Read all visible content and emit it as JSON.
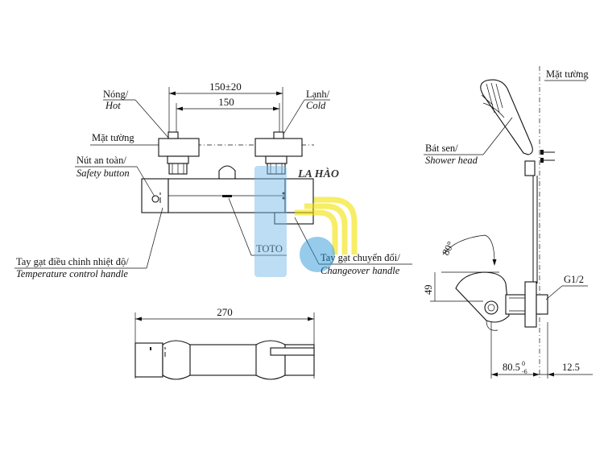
{
  "labels": {
    "hot_vi": "Nóng/",
    "hot_en": "Hot",
    "cold_vi": "Lạnh/",
    "cold_en": "Cold",
    "wall_left": "Mặt tường",
    "wall_right": "Mặt tường",
    "safety_vi": "Nút an toàn/",
    "safety_en": "Safety button",
    "temp_vi": "Tay gạt điều chỉnh nhiệt độ/",
    "temp_en": "Temperature control handle",
    "change_vi": "Tay gạt chuyển đổi/",
    "change_en": "Changeover handle",
    "shower_vi": "Bát sen/",
    "shower_en": "Shower head",
    "brand": "TOTO",
    "thread": "G1/2"
  },
  "dimensions": {
    "span_tol": "150±20",
    "span": "150",
    "length": "270",
    "angle": "80°",
    "height": "49",
    "depth_main": "80.5",
    "depth_sup": "0",
    "depth_sub": "-6",
    "offset": "12.5"
  },
  "watermark": {
    "text": "LA HÀO",
    "color_blue": "#1e8fd6",
    "color_yellow": "#f2e200"
  }
}
